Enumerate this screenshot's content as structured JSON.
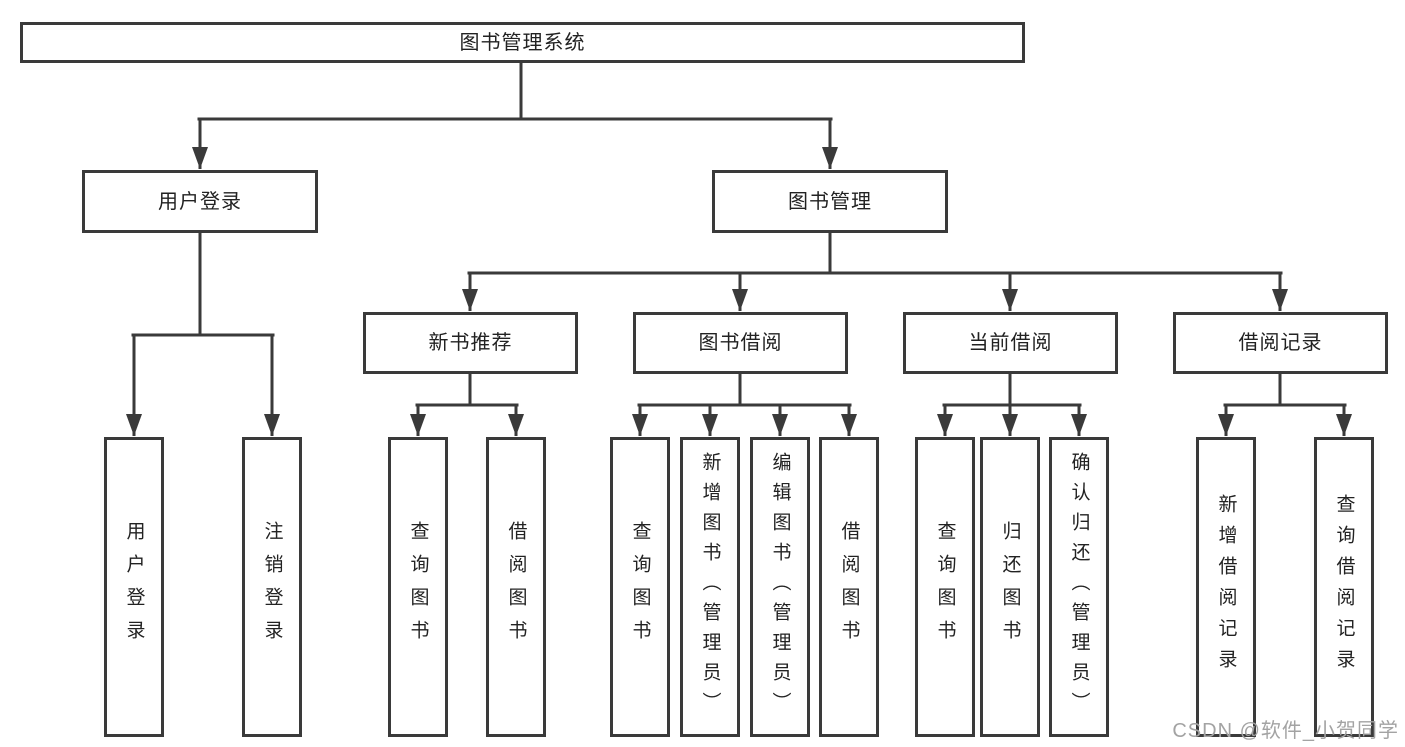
{
  "diagram": {
    "root": {
      "label": "图书管理系统"
    },
    "children": [
      {
        "label": "用户登录",
        "children": [
          {
            "label": "用户登录"
          },
          {
            "label": "注销登录"
          }
        ]
      },
      {
        "label": "图书管理",
        "children": [
          {
            "label": "新书推荐",
            "children": [
              {
                "label": "查询图书"
              },
              {
                "label": "借阅图书"
              }
            ]
          },
          {
            "label": "图书借阅",
            "children": [
              {
                "label": "查询图书"
              },
              {
                "label": "新增图书（管理员）"
              },
              {
                "label": "编辑图书（管理员）"
              },
              {
                "label": "借阅图书"
              }
            ]
          },
          {
            "label": "当前借阅",
            "children": [
              {
                "label": "查询图书"
              },
              {
                "label": "归还图书"
              },
              {
                "label": "确认归还（管理员）"
              }
            ]
          },
          {
            "label": "借阅记录",
            "children": [
              {
                "label": "新增借阅记录"
              },
              {
                "label": "查询借阅记录"
              }
            ]
          }
        ]
      }
    ]
  },
  "watermark": {
    "text": "CSDN @软件_小贺同学"
  },
  "colors": {
    "line": "#3a3a3a",
    "text": "#222222",
    "watermark": "#a3a3a3",
    "background": "#ffffff"
  }
}
